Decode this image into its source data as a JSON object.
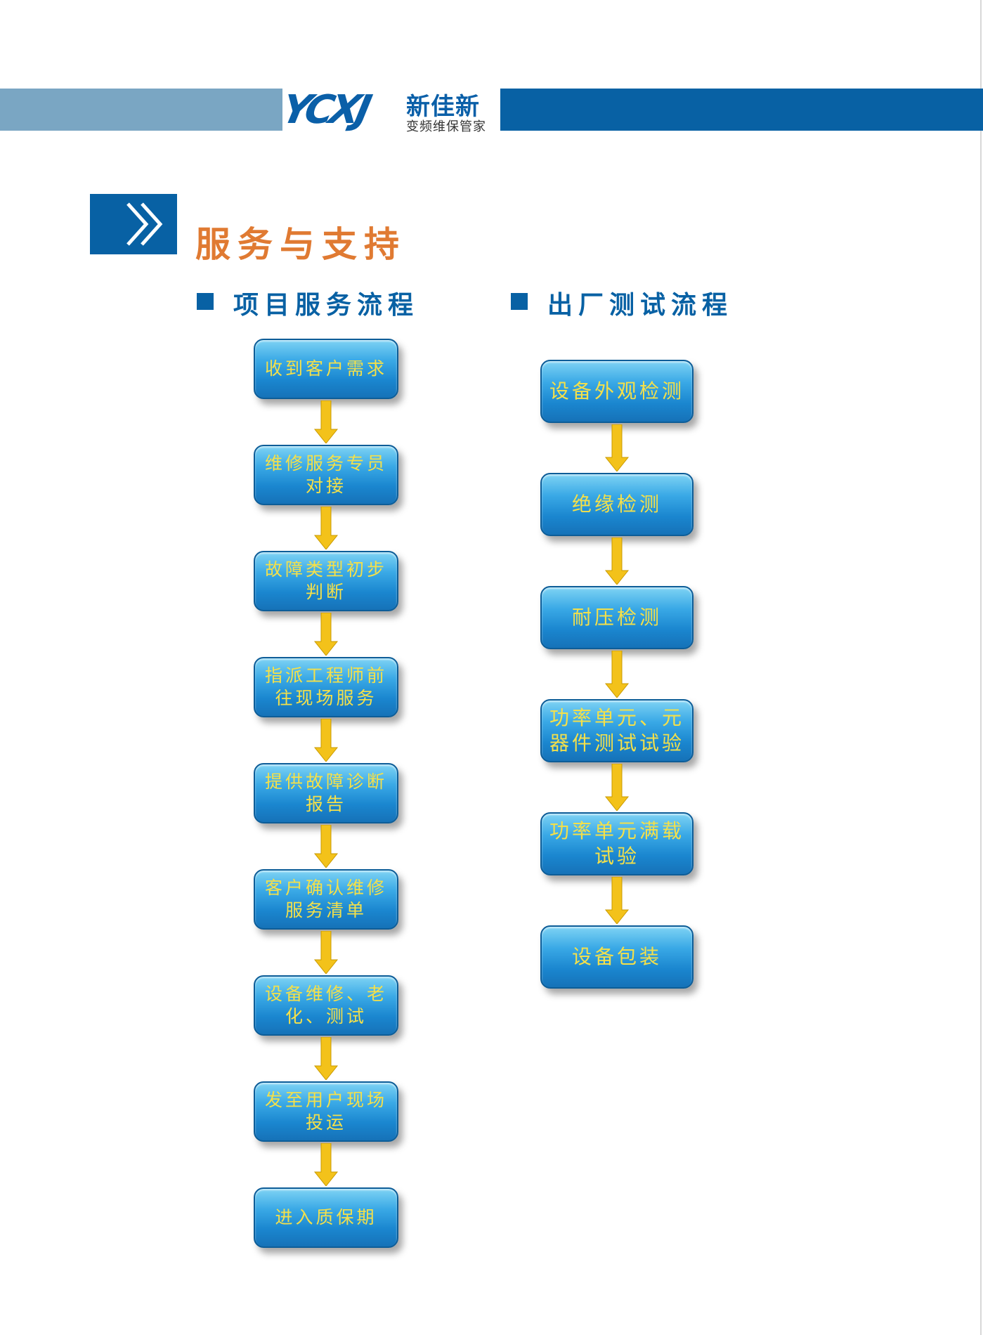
{
  "header": {
    "logo_mark": "YCXJ",
    "brand_name": "新佳新",
    "brand_tagline": "变频维保管家"
  },
  "section": {
    "title": "服务与支持"
  },
  "project_flow": {
    "title": "项目服务流程",
    "steps": [
      "收到客户需求",
      "维修服务专员对接",
      "故障类型初步判断",
      "指派工程师前往现场服务",
      "提供故障诊断报告",
      "客户确认维修服务清单",
      "设备维修、老化、测试",
      "发至用户现场投运",
      "进入质保期"
    ]
  },
  "factory_test_flow": {
    "title": "出厂测试流程",
    "steps": [
      "设备外观检测",
      "绝缘检测",
      "耐压检测",
      "功率单元、元器件测试试验",
      "功率单元满载试验",
      "设备包装"
    ]
  },
  "colors": {
    "brand_blue": "#0861a4",
    "light_band": "#7aa6c3",
    "title_orange": "#e07a32",
    "box_text_yellow": "#f4e04a",
    "arrow_yellow": "#f3c21a"
  }
}
